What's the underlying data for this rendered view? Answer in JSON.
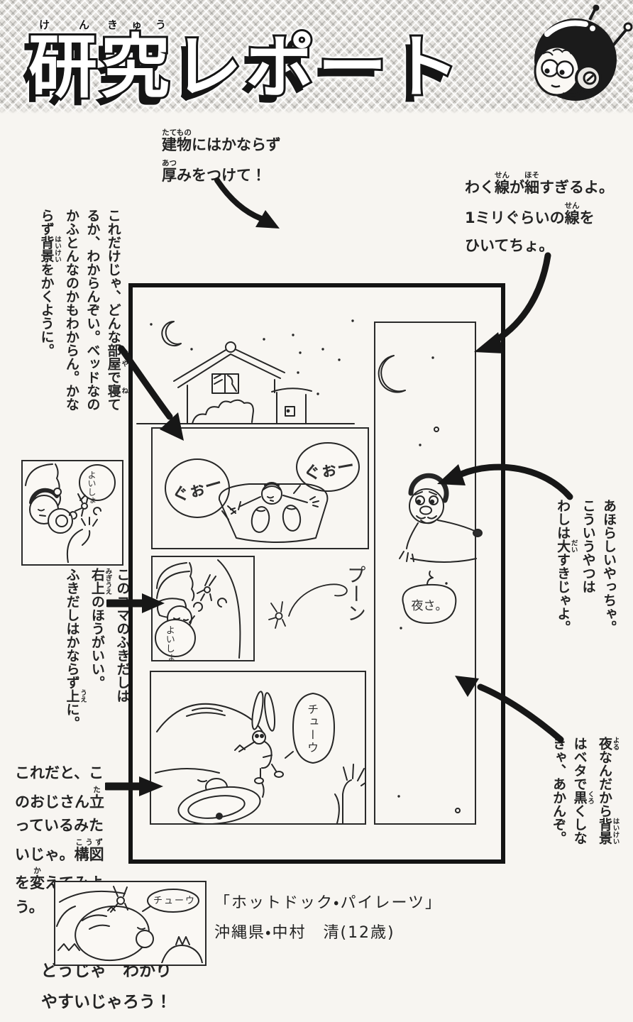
{
  "header": {
    "title_segments": [
      [
        "研",
        "けん"
      ],
      [
        "究",
        "きゅう"
      ],
      [
        "レポート"
      ]
    ]
  },
  "notes": {
    "building": {
      "line1": [
        [
          "建物",
          "たてもの"
        ],
        [
          "にはかならず"
        ]
      ],
      "line2": [
        [
          "厚",
          "あつ"
        ],
        [
          "みをつけて！"
        ]
      ]
    },
    "frame": {
      "line1": [
        [
          "わく"
        ],
        [
          "線",
          "せん"
        ],
        [
          "が"
        ],
        [
          "細",
          "ほそ"
        ],
        [
          "すぎるよ。"
        ]
      ],
      "line2": [
        [
          "1ミリぐらいの"
        ],
        [
          "線",
          "せん"
        ],
        [
          "を"
        ]
      ],
      "line3": [
        [
          "ひいてちょ。"
        ]
      ]
    },
    "room": {
      "col1": [
        [
          "これだけじゃ、どんな"
        ],
        [
          "部屋",
          "へや"
        ],
        [
          "で"
        ],
        [
          "寝",
          "ね"
        ],
        [
          "て"
        ]
      ],
      "col2": [
        [
          "るか、わからんぞい。ベッドなの"
        ]
      ],
      "col3": [
        [
          "かふとんなのかもわからん。かな"
        ]
      ],
      "col4": [
        [
          "らず"
        ],
        [
          "背景",
          "はいけい"
        ],
        [
          "をかくように。"
        ]
      ]
    },
    "balloon": {
      "col1": [
        [
          "このコマのふきだしは"
        ]
      ],
      "col2": [
        [
          "右上",
          "みぎうえ"
        ],
        [
          "のほうがいい。"
        ]
      ],
      "col3": [
        [
          "ふきだしはかならず"
        ],
        [
          "上",
          "うえ"
        ],
        [
          "に。"
        ]
      ]
    },
    "composition": {
      "line1": [
        [
          "これだと、こ"
        ]
      ],
      "line2": [
        [
          "のおじさん"
        ],
        [
          "立",
          "た"
        ]
      ],
      "line3": [
        [
          "っているみた"
        ]
      ],
      "line4": [
        [
          "いじゃ。"
        ],
        [
          "構図",
          "こうず"
        ]
      ],
      "line5": [
        [
          "を"
        ],
        [
          "変",
          "か"
        ],
        [
          "えてみよ"
        ]
      ],
      "line6": [
        [
          "う。"
        ]
      ]
    },
    "funny": {
      "col1": [
        [
          "あほらしいやっちゃ。"
        ]
      ],
      "col2": [
        [
          "こういうやつは"
        ]
      ],
      "col3": [
        [
          "わしは"
        ],
        [
          "大",
          "だい"
        ],
        [
          "すきじゃよ。"
        ]
      ]
    },
    "beta": {
      "col1": [
        [
          "夜",
          "よる"
        ],
        [
          "なんだから"
        ],
        [
          "背景",
          "はいけい"
        ]
      ],
      "col2": [
        [
          "はベタで"
        ],
        [
          "黒",
          "くろ"
        ],
        [
          "くしな"
        ]
      ],
      "col3": [
        [
          "きゃ、あかんぞ。"
        ]
      ]
    },
    "closing": {
      "line1": "どうじゃ　わかり",
      "line2": "やすいじゃろう！"
    }
  },
  "credit": {
    "title_line": "「ホットドック・パイレーツ」",
    "author_line": "沖縄県・中村　清(12歳)"
  },
  "manga": {
    "bubble_snore_left": "ぐぉー",
    "bubble_snore_right": "ぐぉー",
    "bubble_heave": "よいしょ",
    "sfx_fly": "プーン",
    "bubble_night": "夜さ。",
    "bubble_suck": "チューウ",
    "inset1_bubble": "よいしょ",
    "inset2_bubble": "チューウ"
  },
  "colors": {
    "ink": "#262626",
    "paper": "#f7f5f1",
    "accent_black": "#141414"
  }
}
